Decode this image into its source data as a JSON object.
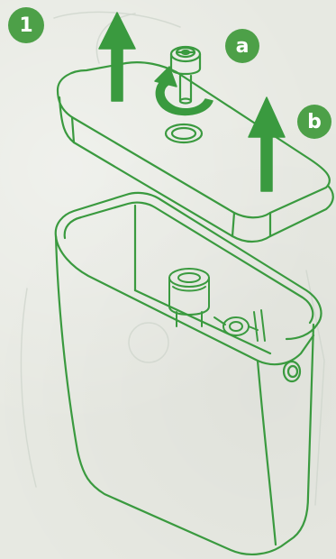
{
  "step_number": "1",
  "labels": {
    "a": "a",
    "b": "b"
  },
  "colors": {
    "line": "#3a9a3f",
    "badge": "#4da048",
    "paper": "#e7e9e2"
  }
}
